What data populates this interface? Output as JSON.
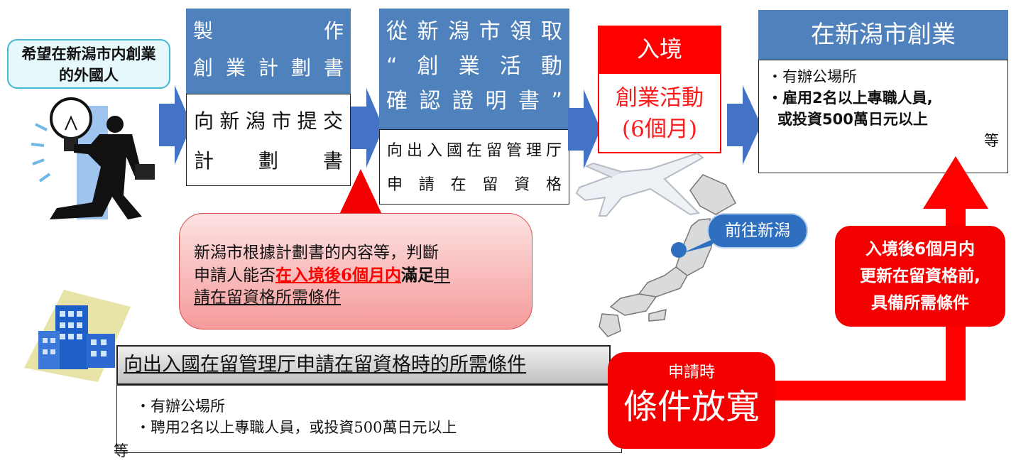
{
  "persona": {
    "label": "希望在新潟市内創業的外國人"
  },
  "step1": {
    "head_a": "製",
    "head_b": "作",
    "head_2": "創業計劃書",
    "body_1": "向新潟市提交",
    "body_2": "計劃書"
  },
  "step2": {
    "head_1": "從新潟市領取",
    "head_2": "“創業活動",
    "head_3": "確認證明書”",
    "body_1": "向出入國在留管理厅",
    "body_2": "申請在留資格"
  },
  "step3": {
    "head": "入境",
    "body_1": "創業活動",
    "body_2": "(6個月)"
  },
  "step4": {
    "head": "在新潟市創業",
    "item_1": "・有辦公場所",
    "item_2": "・雇用2名以上專職人員,",
    "item_3": "或投資500萬日元以上",
    "item_4": "等"
  },
  "map": {
    "callout": "前往新潟"
  },
  "judge_note": {
    "line1": "新潟市根據計劃書的内容等，判斷",
    "line2_a": "申請人能否",
    "line2_b": "在入境後6個月内",
    "line2_c": "滿足",
    "line2_d": "申",
    "line3": "請在留資格所需條件"
  },
  "requirements": {
    "title": "向出入國在留管理厅申請在留資格時的所需條件",
    "item_1": "・有辦公場所",
    "item_2": "・聘用2名以上專職人員，或投資500萬日元以上",
    "item_3": "等"
  },
  "relaxed": {
    "small": "申請時",
    "big": "條件放寬"
  },
  "renewal": {
    "line1": "入境後6個月内",
    "line2": "更新在留資格前,",
    "line3": "具備所需條件"
  },
  "colors": {
    "step_blue": "#4f81bd",
    "arrow_blue": "#4472c4",
    "accent_red": "#ff0000",
    "pink": "#f8a8a8",
    "callout_blue": "#2f6fc0"
  },
  "icons": [
    "lightbulb-businessman-icon",
    "airplane-icon",
    "japan-map-icon",
    "office-building-icon"
  ]
}
